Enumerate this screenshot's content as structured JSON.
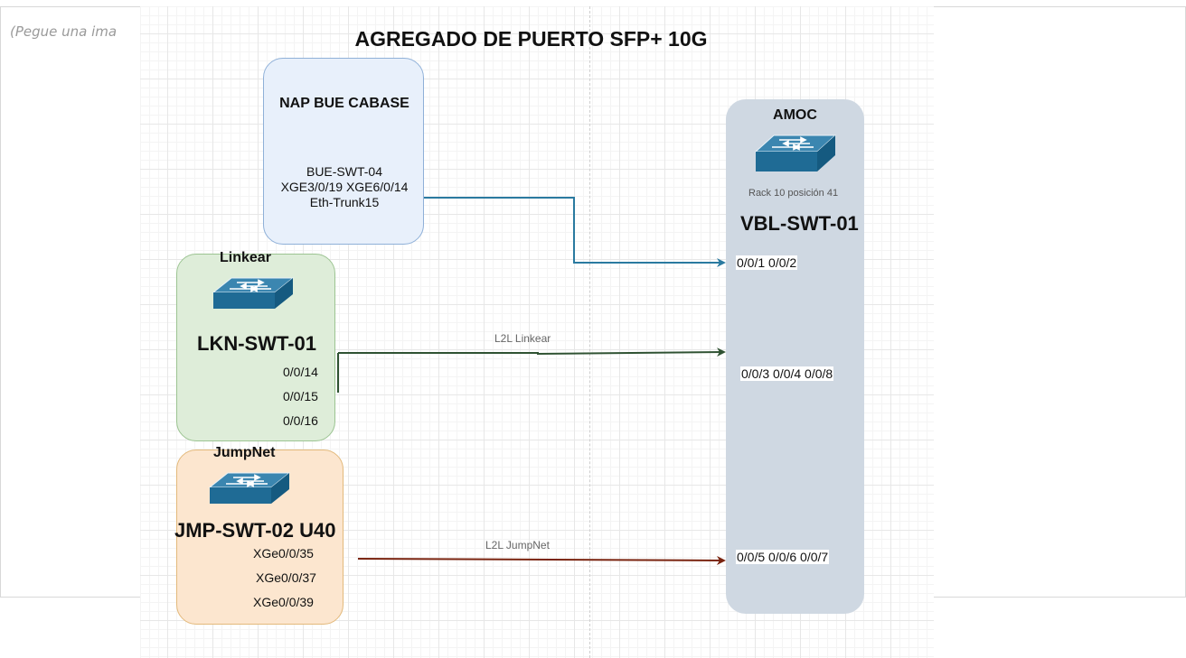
{
  "page": {
    "placeholder": "(Pegue una ima"
  },
  "diagram": {
    "title": "AGREGADO DE PUERTO SFP+ 10G",
    "nap": {
      "heading": "NAP BUE CABASE",
      "line1": "BUE-SWT-04",
      "line2": "XGE3/0/19 XGE6/0/14",
      "line3": "Eth-Trunk15"
    },
    "linkear": {
      "heading": "Linkear",
      "device": "LKN-SWT-01",
      "ports": [
        "0/0/14",
        "0/0/15",
        "0/0/16"
      ]
    },
    "jumpnet": {
      "heading": "JumpNet",
      "device": "JMP-SWT-02 U40",
      "ports": [
        "XGe0/0/35",
        "XGe0/0/37",
        "XGe0/0/39"
      ]
    },
    "amoc": {
      "heading": "AMOC",
      "rack": "Rack 10 posición 41",
      "device": "VBL-SWT-01",
      "ports_nap": "0/0/1 0/0/2",
      "ports_linkear": "0/0/3 0/0/4 0/0/8",
      "ports_jumpnet": "0/0/5 0/0/6 0/0/7"
    },
    "edges": {
      "linkear_label": "L2L Linkear",
      "jumpnet_label": "L2L JumpNet"
    },
    "colors": {
      "nap_line": "#2a7aa0",
      "linkear_line": "#2f5232",
      "jumpnet_line": "#7a2410",
      "switch_fill": "#1f6b95"
    },
    "icons": [
      "switch-icon",
      "switch-icon",
      "switch-icon"
    ]
  }
}
